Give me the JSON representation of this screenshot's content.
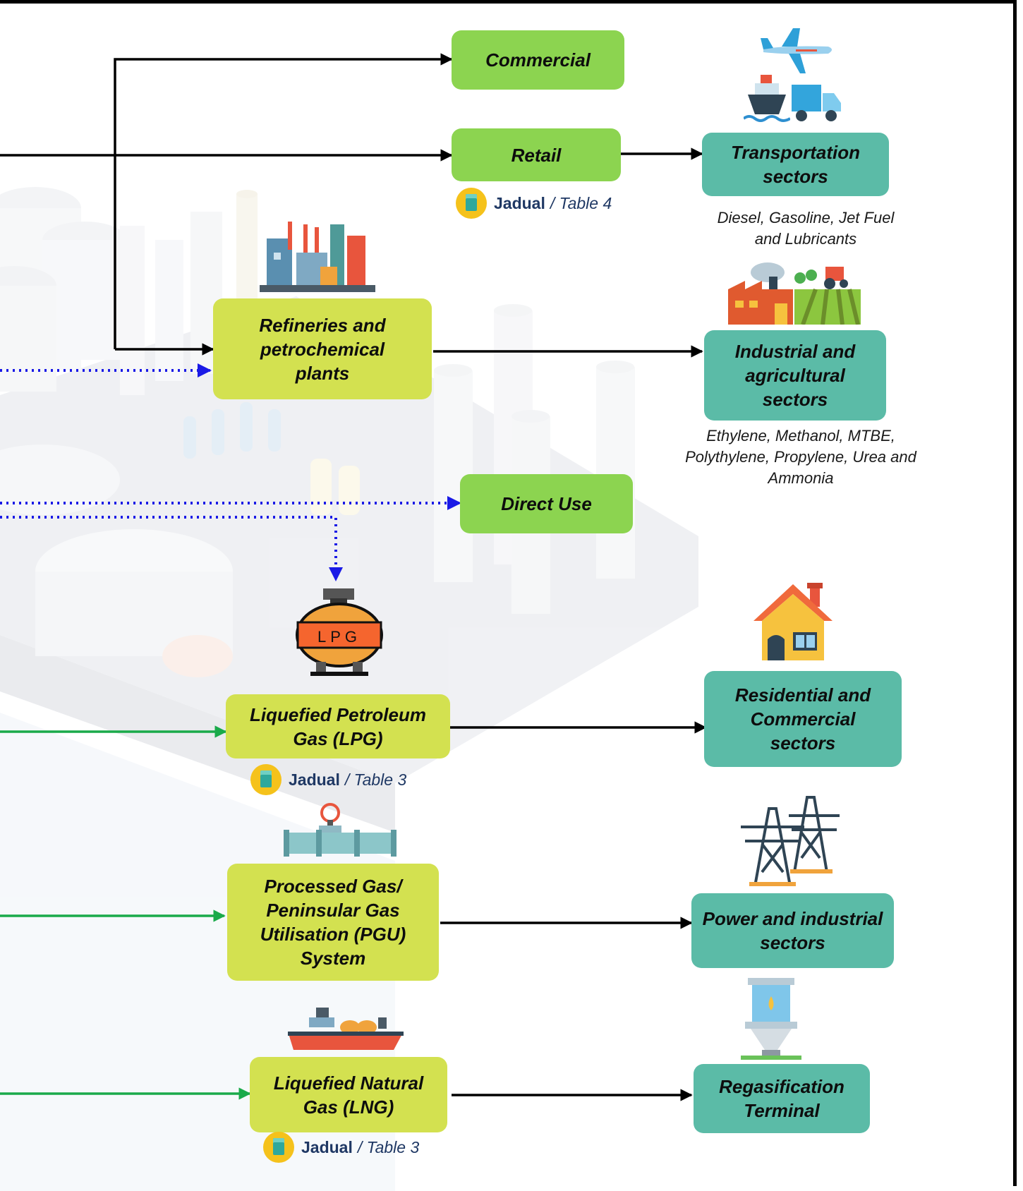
{
  "nodes": {
    "commercial": "Commercial",
    "retail": "Retail",
    "refineries": "Refineries and petrochemical plants",
    "direct_use": "Direct Use",
    "lpg": "Liquefied Petroleum Gas (LPG)",
    "processed_gas": "Processed Gas/ Peninsular Gas Utilisation (PGU) System",
    "lng": "Liquefied Natural Gas (LNG)",
    "transportation": "Transportation sectors",
    "industrial_agri": "Industrial and agricultural sectors",
    "residential": "Residential and Commercial sectors",
    "power": "Power and industrial sectors",
    "regas": "Regasification Terminal"
  },
  "notes": {
    "transport_products": "Diesel, Gasoline, Jet Fuel and Lubricants",
    "industrial_products": "Ethylene, Methanol, MTBE, Polythylene, Propylene, Urea and Ammonia"
  },
  "references": {
    "retail": {
      "jadual": "Jadual",
      "table": "/ Table 4"
    },
    "lpg": {
      "jadual": "Jadual",
      "table": "/ Table 3"
    },
    "lng": {
      "jadual": "Jadual",
      "table": "/ Table 3"
    }
  },
  "icons": {
    "lpg_tank_label": "LPG"
  },
  "colors": {
    "box_green": "#8cd450",
    "box_lime": "#d3e150",
    "box_teal": "#5bbba7",
    "oil_flow": "#000000",
    "gas_flow": "#1aaa4a",
    "dotted_flow": "#1a1ae6"
  }
}
